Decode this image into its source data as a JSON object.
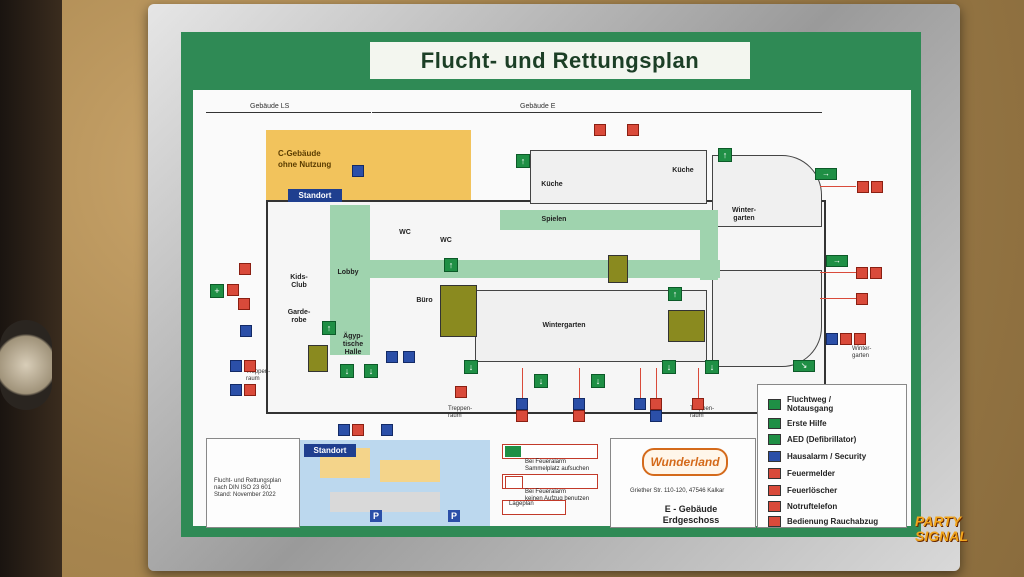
{
  "plan": {
    "title": "Flucht- und Rettungsplan",
    "building_ls": "Gebäude LS",
    "building_e": "Gebäude E",
    "c_building": [
      "C-Gebäude",
      "ohne Nutzung"
    ],
    "standort": "Standort",
    "rooms": {
      "kueche1": "Küche",
      "kueche2": "Küche",
      "spielen": "Spielen",
      "wintergarten_top": "Winter-\ngarten",
      "wintergarten_mid": "Wintergarten",
      "lobby": "Lobby",
      "kids_club": "Kids-\nClub",
      "garderobe": "Garde-\nrobe",
      "aegyptische_halle": "Ägyp-\ntische\nHalle",
      "buero": "Büro",
      "wc1": "WC",
      "wc2": "WC",
      "treppenraum_left": "Treppen-\nraum",
      "treppenraum_bottom1": "Treppen-\nraum",
      "treppenraum_bottom2": "Treppen-\nraum",
      "wintergarten_right": "Winter-\ngarten"
    },
    "legend": [
      {
        "label": "Fluchtweg /\nNotausgang",
        "color": "#1f8f45"
      },
      {
        "label": "Erste Hilfe",
        "color": "#1f8f45"
      },
      {
        "label": "AED (Defibrillator)",
        "color": "#1f8f45"
      },
      {
        "label": "Hausalarm / Security",
        "color": "#2b4fa8"
      },
      {
        "label": "Feuermelder",
        "color": "#d94a3a"
      },
      {
        "label": "Feuerlöscher",
        "color": "#d94a3a"
      },
      {
        "label": "Notruftelefon",
        "color": "#d94a3a"
      },
      {
        "label": "Bedienung Rauchabzug",
        "color": "#d94a3a"
      }
    ],
    "notes": [
      "Bei Feueralarm\nSammelplatz aufsuchen",
      "Bei Feueralarm\nkeinen Aufzug benutzen",
      "Lageplan"
    ],
    "footnote": "Flucht- und Rettungsplan\nnach DIN ISO 23 601\nStand: November 2022",
    "logo": "Wunderland",
    "address": "Griether Str. 110-120, 47546 Kalkar",
    "floor_label": "E - Gebäude\nErdgeschoss",
    "minimap_p": "P"
  },
  "watermark": "PARTY\nSIGNAL"
}
